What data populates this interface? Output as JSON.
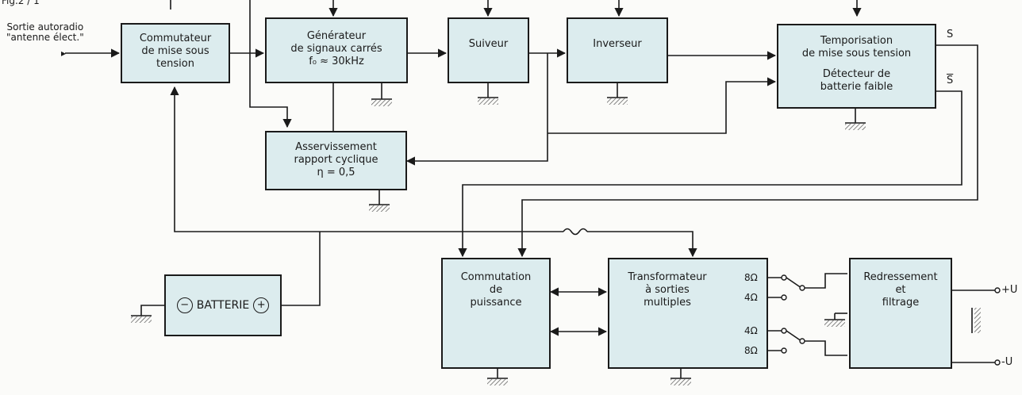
{
  "header": {
    "fragment": "Fig.2 / 1",
    "input_label_line1": "Sortie autoradio",
    "input_label_line2": "\"antenne élect.\""
  },
  "blocks": {
    "commutateur": {
      "line1": "Commutateur",
      "line2": "de mise sous",
      "line3": "tension"
    },
    "generateur": {
      "line1": "Générateur",
      "line2": "de signaux carrés",
      "line3": "f₀ ≈ 30kHz"
    },
    "suiveur": {
      "line1": "Suiveur"
    },
    "inverseur": {
      "line1": "Inverseur"
    },
    "temporisation": {
      "line1": "Temporisation",
      "line2": "de mise sous tension",
      "line3": "Détecteur de",
      "line4": "batterie faible"
    },
    "asservissement": {
      "line1": "Asservissement",
      "line2": "rapport cyclique",
      "line3": "η = 0,5"
    },
    "batterie": {
      "label": "BATTERIE",
      "minus": "−",
      "plus": "+"
    },
    "commutation": {
      "line1": "Commutation",
      "line2": "de",
      "line3": "puissance"
    },
    "transformateur": {
      "line1": "Transformateur",
      "line2": "à sorties",
      "line3": "multiples",
      "tap1": "8Ω",
      "tap2": "4Ω",
      "tap3": "4Ω",
      "tap4": "8Ω"
    },
    "redressement": {
      "line1": "Redressement",
      "line2": "et",
      "line3": "filtrage"
    }
  },
  "signals": {
    "s_out": "S",
    "s_bar_out": "S",
    "plus_u": "+U",
    "minus_u": "-U"
  },
  "colors": {
    "block_fill": "#dcecee",
    "line": "#1a1a1a",
    "ground": "#555555"
  }
}
